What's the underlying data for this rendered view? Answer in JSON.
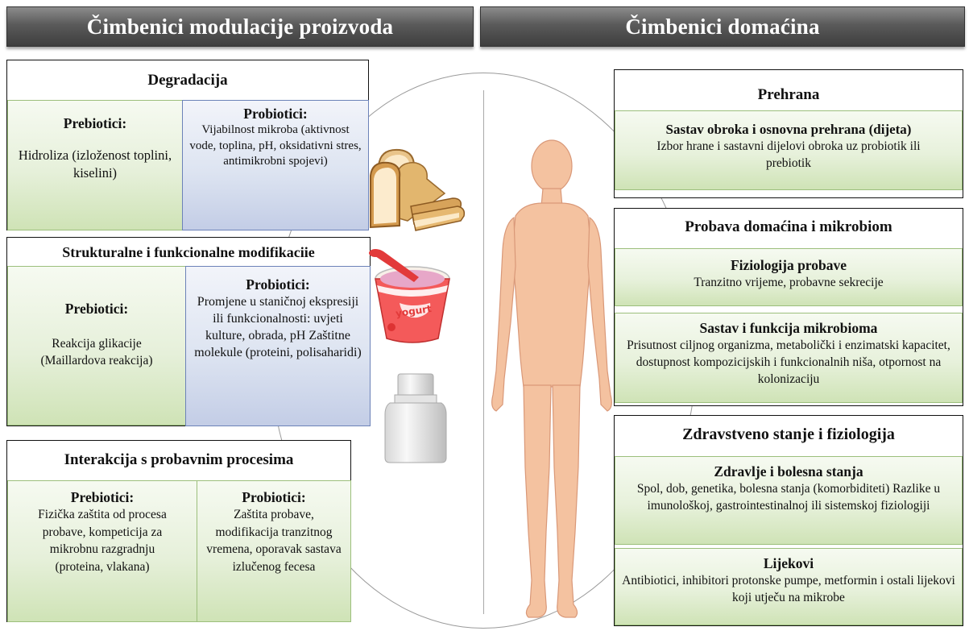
{
  "left_header": "Čimbenici modulacije proizvoda",
  "right_header": "Čimbenici domaćina",
  "degradacija": {
    "title": "Degradacija",
    "prebiotici_label": "Prebiotici:",
    "prebiotici_text": "Hidroliza (izloženost toplini, kiselini)",
    "probiotici_label": "Probiotici:",
    "probiotici_text": "Vijabilnost mikroba (aktivnost vode, toplina, pH, oksidativni stres, antimikrobni spojevi)"
  },
  "strukturalne": {
    "title": "Strukturalne i funkcionalne modifikaciie",
    "prebiotici_label": "Prebiotici:",
    "prebiotici_text": "Reakcija glikacije (Maillardova reakcija)",
    "probiotici_label": "Probiotici:",
    "probiotici_text": "Promjene u staničnoj ekspresiji ili funkcionalnosti: uvjeti kulture, obrada, pH Zaštitne molekule (proteini, polisaharidi)"
  },
  "interakcija": {
    "title": "Interakcija s probavnim procesima",
    "prebiotici_label": "Prebiotici:",
    "prebiotici_text": "Fizička zaštita od procesa probave, kompeticija za mikrobnu razgradnju (proteina, vlakana)",
    "probiotici_label": "Probiotici:",
    "probiotici_text": "Zaštita probave, modifikacija tranzitnog vremena, oporavak sastava izlučenog fecesa"
  },
  "prehrana": {
    "title": "Prehrana",
    "sub_label": "Sastav obroka i osnovna prehrana (dijeta)",
    "sub_text": "Izbor hrane i sastavni dijelovi obroka uz probiotik ili prebiotik"
  },
  "probava": {
    "title": "Probava domaćina i mikrobiom",
    "items": [
      {
        "label": "Fiziologija probave",
        "text": "Tranzitno vrijeme, probavne sekrecije"
      },
      {
        "label": "Sastav i funkcija mikrobioma",
        "text": "Prisutnost ciljnog organizma, metabolički i enzimatski kapacitet, dostupnost kompozicijskih i funkcionalnih niša, otpornost na kolonizaciju"
      }
    ]
  },
  "zdravstveno": {
    "title": "Zdravstveno stanje i fiziologija",
    "items": [
      {
        "label": "Zdravlje i bolesna stanja",
        "text": "Spol, dob, genetika, bolesna stanja (komorbiditeti) Razlike u imunološkoj, gastrointestinalnoj ili sistemskoj fiziologiji"
      },
      {
        "label": "Lijekovi",
        "text": "Antibiotici, inhibitori protonske pumpe, metformin i ostali lijekovi koji utječu na mikrobe"
      }
    ]
  },
  "yogurt_label": "yogurt",
  "icons": [
    "bread-icon",
    "yogurt-cup-icon",
    "pill-bottle-icon",
    "human-body-icon"
  ]
}
